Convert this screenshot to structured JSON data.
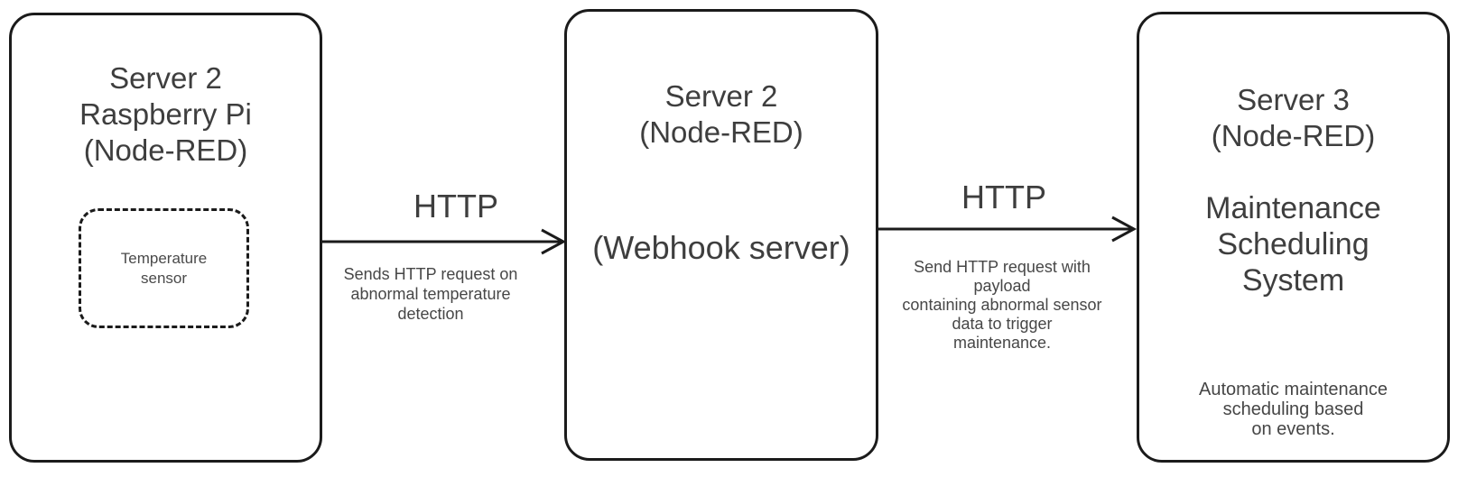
{
  "diagram": {
    "background_color": "#ffffff",
    "stroke_color": "#1b1b1b",
    "text_color": "#3e3e3e",
    "nodes": {
      "left": {
        "title": "Server 2\nRaspberry Pi\n(Node-RED)",
        "sensor_label": "Temperature\nsensor"
      },
      "middle": {
        "title": "Server 2\n(Node-RED)",
        "subtitle": "(Webhook server)"
      },
      "right": {
        "title": "Server 3\n(Node-RED)",
        "system_label": "Maintenance\nScheduling\nSystem",
        "note": "Automatic maintenance\nscheduling based\non events."
      }
    },
    "edges": [
      {
        "label": "HTTP",
        "description": "Sends HTTP request on\nabnormal temperature\ndetection"
      },
      {
        "label": "HTTP",
        "description": "Send HTTP request with payload\ncontaining abnormal sensor\ndata to trigger\nmaintenance."
      }
    ]
  }
}
